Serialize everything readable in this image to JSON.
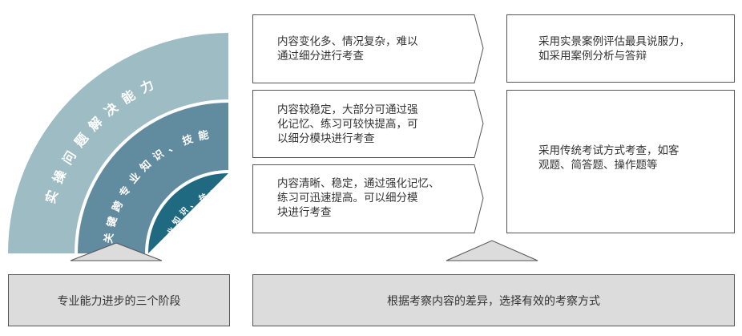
{
  "stages": {
    "outer": "实操问题解决能力",
    "middle": "关键跨专业知识、技能",
    "inner": "专业知识、技能"
  },
  "content_types": [
    "内容变化多、情况复杂，难以\n通过细分进行考查",
    "内容较稳定，大部分可通过强\n化记忆、练习可较快提高，可\n以细分模块进行考查",
    "内容清晰、稳定，通过强化记忆、\n练习可迅速提高。可以细分模\n块进行考查"
  ],
  "methods": [
    "采用实景案例评估最具说服力，\n如采用案例分析与答辩",
    "采用传统考试方式考查，如客\n观题、简答题、操作题等"
  ],
  "captions": {
    "left": "专业能力进步的三个阶段",
    "right": "根据考察内容的差异，选择有效的考察方式"
  },
  "colors": {
    "outer": "#9dbcc3",
    "middle": "#618b9f",
    "inner": "#1f6a80",
    "caption_bg": "#dcdcdc"
  }
}
